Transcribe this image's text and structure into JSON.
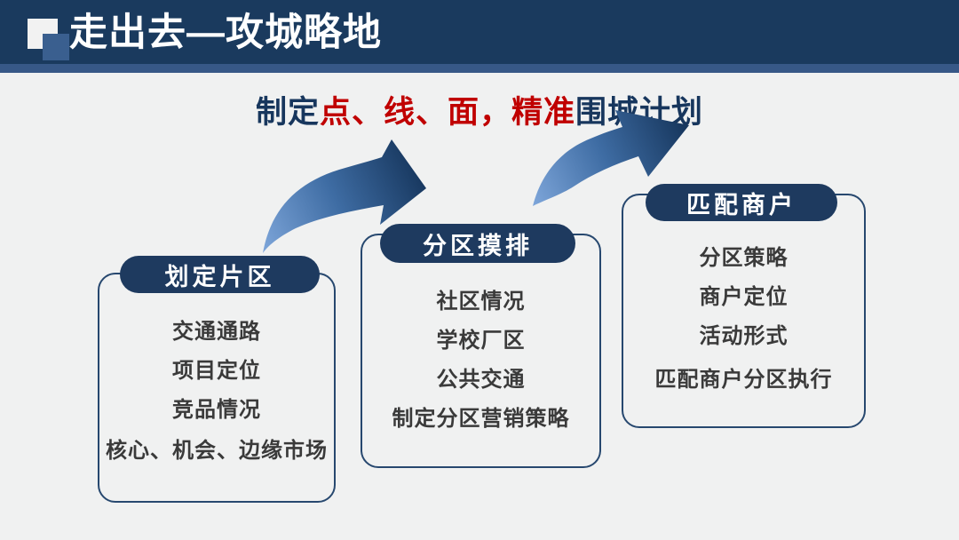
{
  "header": {
    "title": "走出去—攻城略地"
  },
  "subtitle": {
    "lead": "制定",
    "highlight": "点、线、面，精准",
    "tail": "围城计划"
  },
  "columns": [
    {
      "header": "划定片区",
      "items": [
        "交通通路",
        "项目定位",
        "竞品情况",
        "核心、机会、边缘市场"
      ]
    },
    {
      "header": "分区摸排",
      "items": [
        "社区情况",
        "学校厂区",
        "公共交通",
        "制定分区营销策略"
      ]
    },
    {
      "header": "匹配商户",
      "items": [
        "分区策略",
        "商户定位",
        "活动形式",
        "匹配商户分区执行"
      ]
    }
  ],
  "icons": {
    "arrow_1": "curved-arrow-right-icon",
    "arrow_2": "curved-arrow-up-right-icon"
  },
  "colors": {
    "header_bg": "#1A3A5E",
    "header_accent_strip": "#375887",
    "background": "#F0F1F1",
    "pill_bg": "#1E3A5F",
    "panel_border": "#27486F",
    "body_text": "#3A3A3A",
    "subtitle_navy": "#17365D",
    "subtitle_red": "#C00000",
    "arrow_gradient_start": "#7EA6DA",
    "arrow_gradient_end": "#17375E"
  }
}
